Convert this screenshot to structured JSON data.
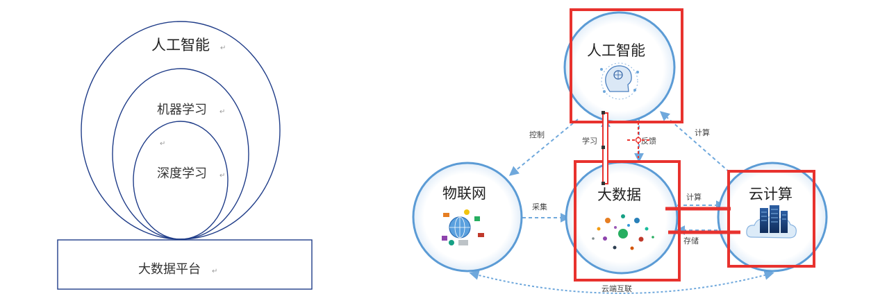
{
  "left": {
    "layers": [
      "人工智能",
      "机器学习",
      "深度学习"
    ],
    "platform": "大数据平台",
    "para_mark": "↵"
  },
  "right": {
    "nodes": {
      "ai": "人工智能",
      "iot": "物联网",
      "bigdata": "大数据",
      "cloud": "云计算"
    },
    "edges": {
      "control": "控制",
      "learn": "学习",
      "feedback": "反馈",
      "compute_top": "计算",
      "collect": "采集",
      "compute_mid": "计算",
      "storage": "存储",
      "cloud_link": "云端互联"
    },
    "colors": {
      "circle": "#5b9bd5",
      "arrow": "#6fa8dc",
      "highlight": "#e8322e",
      "left_ink": "#1f3c88"
    },
    "icons": [
      "brain-head-icon",
      "globe-network-icon",
      "data-dots-icon",
      "cloud-server-icon"
    ]
  }
}
